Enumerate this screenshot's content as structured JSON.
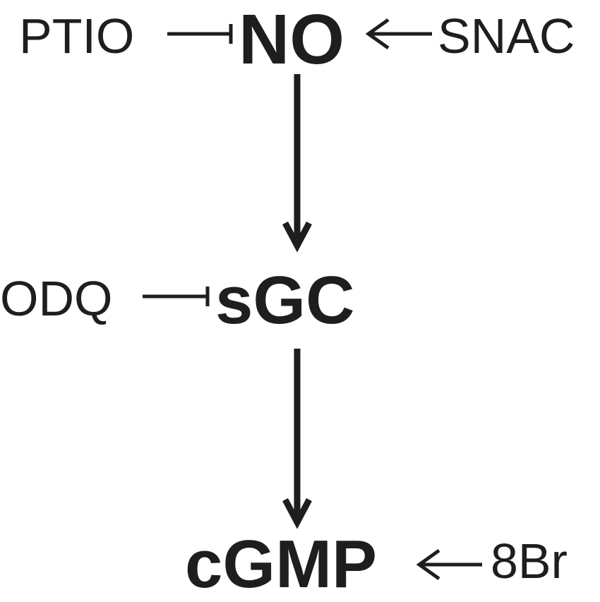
{
  "diagram": {
    "nodes": {
      "no": "NO",
      "sgc": "sGC",
      "cgmp": "cGMP",
      "ptio": "PTIO",
      "snac": "SNAC",
      "odq": "ODQ",
      "br8": "8Br"
    },
    "edges": [
      {
        "from": "PTIO",
        "to": "NO",
        "type": "inhibits"
      },
      {
        "from": "SNAC",
        "to": "NO",
        "type": "activates"
      },
      {
        "from": "NO",
        "to": "sGC",
        "type": "activates"
      },
      {
        "from": "ODQ",
        "to": "sGC",
        "type": "inhibits"
      },
      {
        "from": "sGC",
        "to": "cGMP",
        "type": "activates"
      },
      {
        "from": "8Br",
        "to": "cGMP",
        "type": "activates"
      }
    ],
    "colors": {
      "ink": "#1e1e1e",
      "background": "#ffffff"
    }
  }
}
